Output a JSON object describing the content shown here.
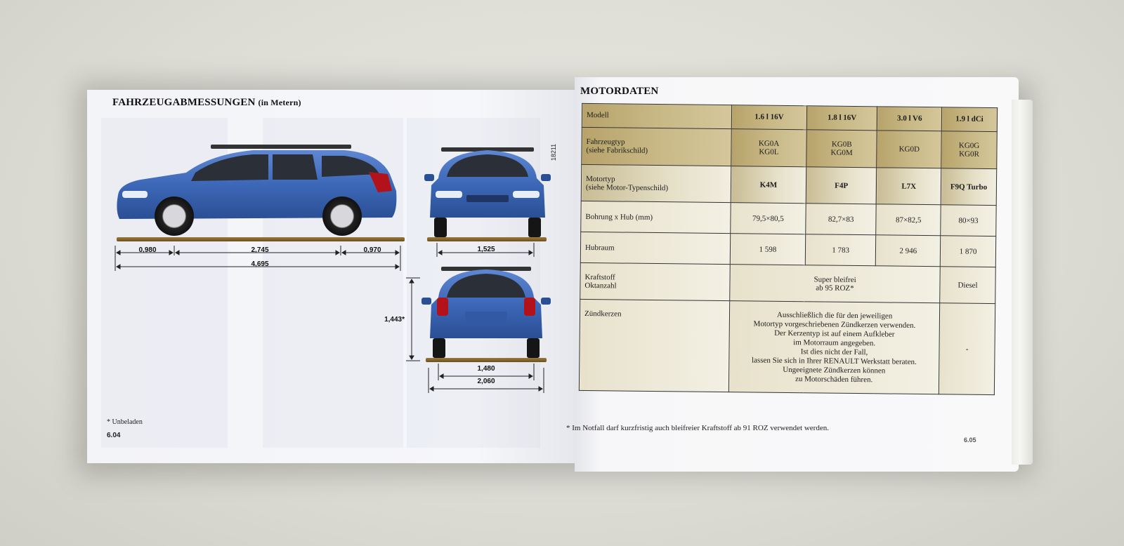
{
  "left_page": {
    "title": "FAHRZEUGABMESSUNGEN",
    "title_unit": "(in Metern)",
    "figure_code": "18211",
    "side_view": {
      "front_overhang": "0,980",
      "wheelbase": "2,745",
      "rear_overhang": "0,970",
      "overall_length": "4,695"
    },
    "front_view": {
      "front_track": "1,525"
    },
    "rear_view": {
      "height": "1,443*",
      "rear_track": "1,480",
      "overall_width": "2,060"
    },
    "footnote": "* Unbeladen",
    "page_number": "6.04",
    "car_color": "#3d68b8"
  },
  "right_page": {
    "title": "MOTORDATEN",
    "table": {
      "header_label": "Modell",
      "engines": [
        "1.6 l 16V",
        "1.8 l 16V",
        "3.0 l V6",
        "1.9 l dCi"
      ],
      "fahrzeugtyp_label": "Fahrzeugtyp",
      "fahrzeugtyp_sub": "(siehe Fabrikschild)",
      "fahrzeugtyp": [
        [
          "KG0A",
          "KG0L"
        ],
        [
          "KG0B",
          "KG0M"
        ],
        [
          "KG0D"
        ],
        [
          "KG0G",
          "KG0R"
        ]
      ],
      "motortyp_label": "Motortyp",
      "motortyp_sub": "(siehe Motor-Typenschild)",
      "motortyp": [
        "K4M",
        "F4P",
        "L7X",
        "F9Q Turbo"
      ],
      "bohrung_label": "Bohrung x Hub (mm)",
      "bohrung": [
        "79,5×80,5",
        "82,7×83",
        "87×82,5",
        "80×93"
      ],
      "hubraum_label": "Hubraum",
      "hubraum": [
        "1 598",
        "1 783",
        "2 946",
        "1 870"
      ],
      "kraftstoff_label": "Kraftstoff",
      "oktanzahl_label": "Oktanzahl",
      "kraftstoff_petrol_1": "Super bleifrei",
      "kraftstoff_petrol_2": "ab 95 ROZ*",
      "kraftstoff_diesel": "Diesel",
      "zuendkerzen_label": "Zündkerzen",
      "zuendkerzen_lines": [
        "Ausschließlich die für den jeweiligen",
        "Motortyp vorgeschriebenen Zündkerzen verwenden.",
        "Der Kerzentyp ist auf einem Aufkleber",
        "im Motorraum angegeben.",
        "Ist dies nicht der Fall,",
        "lassen Sie sich in Ihrer RENAULT Werkstatt beraten.",
        "Ungeeignete Zündkerzen können",
        "zu Motorschäden führen."
      ],
      "zuendkerzen_diesel": "-"
    },
    "footnote": "* Im Notfall darf kurzfristig auch bleifreier Kraftstoff ab 91 ROZ verwendet werden.",
    "page_number": "6.05",
    "table_gold": "#bfae78"
  }
}
